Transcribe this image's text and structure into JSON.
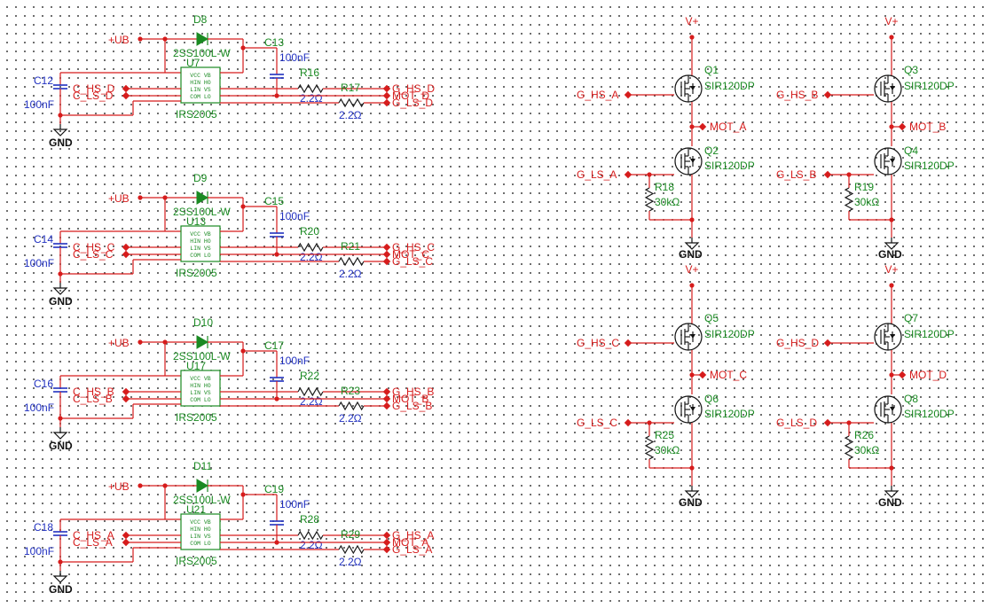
{
  "gnd_label": "GND",
  "vplus_label": "V+",
  "ub_label": "+UB",
  "ic_pins": [
    "VCC VB",
    "HIN HO",
    "LIN VS",
    "COM LO"
  ],
  "drivers": [
    {
      "diode_ref": "D8",
      "diode_val": "2SS100L-W",
      "ic_ref": "U7",
      "ic_val": "IRS2005",
      "cin_ref": "C12",
      "cin_val": "100nF",
      "cboot_ref": "C13",
      "cboot_val": "100nF",
      "rg_hs_ref": "R16",
      "rg_hs_val": "2.2Ω",
      "rg_ls_ref": "R17",
      "rg_ls_val": "2.2Ω",
      "in_hs": "C_HS_D",
      "in_ls": "C_LS_D",
      "out_hs": "G_HS_D",
      "out_mot": "MOT_D",
      "out_ls": "G_LS_D"
    },
    {
      "diode_ref": "D9",
      "diode_val": "2SS100L-W",
      "ic_ref": "U13",
      "ic_val": "IRS2005",
      "cin_ref": "C14",
      "cin_val": "100nF",
      "cboot_ref": "C15",
      "cboot_val": "100nF",
      "rg_hs_ref": "R20",
      "rg_hs_val": "2.2Ω",
      "rg_ls_ref": "R21",
      "rg_ls_val": "2.2Ω",
      "in_hs": "C_HS_C",
      "in_ls": "C_LS_C",
      "out_hs": "G_HS_C",
      "out_mot": "MOT_C",
      "out_ls": "G_LS_C"
    },
    {
      "diode_ref": "D10",
      "diode_val": "2SS100L-W",
      "ic_ref": "U17",
      "ic_val": "IRS2005",
      "cin_ref": "C16",
      "cin_val": "100nF",
      "cboot_ref": "C17",
      "cboot_val": "100nF",
      "rg_hs_ref": "R22",
      "rg_hs_val": "2.2Ω",
      "rg_ls_ref": "R23",
      "rg_ls_val": "2.2Ω",
      "in_hs": "C_HS_B",
      "in_ls": "C_LS_B",
      "out_hs": "G_HS_B",
      "out_mot": "MOT_B",
      "out_ls": "G_LS_B"
    },
    {
      "diode_ref": "D11",
      "diode_val": "2SS100L-W",
      "ic_ref": "U21",
      "ic_val": "IRS2005",
      "cin_ref": "C18",
      "cin_val": "100nF",
      "cboot_ref": "C19",
      "cboot_val": "100nF",
      "rg_hs_ref": "R28",
      "rg_hs_val": "2.2Ω",
      "rg_ls_ref": "R29",
      "rg_ls_val": "2.2Ω",
      "in_hs": "C_HS_A",
      "in_ls": "C_LS_A",
      "out_hs": "G_HS_A",
      "out_mot": "MOT_A",
      "out_ls": "G_LS_A"
    }
  ],
  "bridges": [
    {
      "hs_gate": "G_HS_A",
      "ls_gate": "G_LS_A",
      "mot": "MOT_A",
      "q_hs_ref": "Q1",
      "q_ls_ref": "Q2",
      "q_val": "SIR120DP",
      "r_ref": "R18",
      "r_val": "30kΩ"
    },
    {
      "hs_gate": "G_HS_B",
      "ls_gate": "G_LS_B",
      "mot": "MOT_B",
      "q_hs_ref": "Q3",
      "q_ls_ref": "Q4",
      "q_val": "SIR120DP",
      "r_ref": "R19",
      "r_val": "30kΩ"
    },
    {
      "hs_gate": "G_HS_C",
      "ls_gate": "G_LS_C",
      "mot": "MOT_C",
      "q_hs_ref": "Q5",
      "q_ls_ref": "Q6",
      "q_val": "SIR120DP",
      "r_ref": "R25",
      "r_val": "30kΩ"
    },
    {
      "hs_gate": "G_HS_D",
      "ls_gate": "G_LS_D",
      "mot": "MOT_D",
      "q_hs_ref": "Q7",
      "q_ls_ref": "Q8",
      "q_val": "SIR120DP",
      "r_ref": "R26",
      "r_val": "30kΩ"
    }
  ]
}
